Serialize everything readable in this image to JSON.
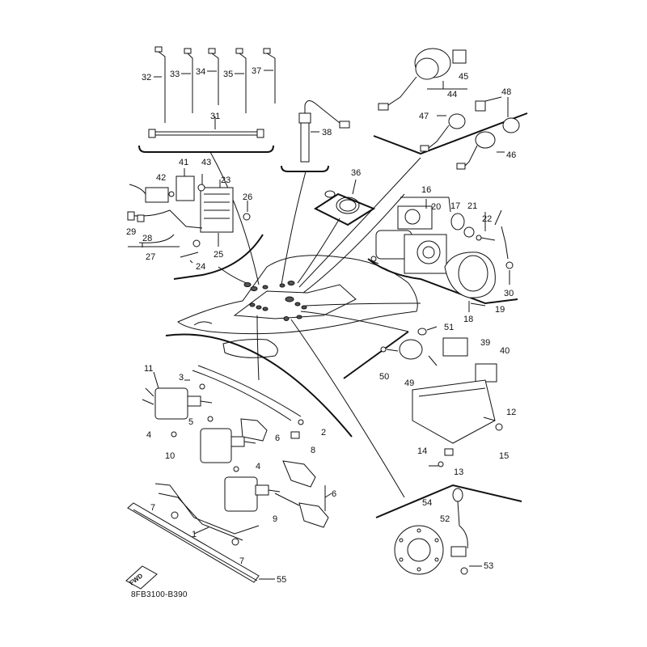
{
  "labels": {
    "l1": "1",
    "l2": "2",
    "l3": "3",
    "l4a": "4",
    "l4b": "4",
    "l5": "5",
    "l6a": "6",
    "l6b": "6",
    "l7a": "7",
    "l7b": "7",
    "l8": "8",
    "l9": "9",
    "l10": "10",
    "l11": "11",
    "l12": "12",
    "l13": "13",
    "l14": "14",
    "l15": "15",
    "l16": "16",
    "l17": "17",
    "l18": "18",
    "l19": "19",
    "l20": "20",
    "l21": "21",
    "l22": "22",
    "l23": "23",
    "l24": "24",
    "l25": "25",
    "l26": "26",
    "l27": "27",
    "l28": "28",
    "l29": "29",
    "l30": "30",
    "l31": "31",
    "l32": "32",
    "l33": "33",
    "l34": "34",
    "l35": "35",
    "l36": "36",
    "l37": "37",
    "l38": "38",
    "l39": "39",
    "l40": "40",
    "l41": "41",
    "l42": "42",
    "l43": "43",
    "l44": "44",
    "l45": "45",
    "l46": "46",
    "l47": "47",
    "l48": "48",
    "l49": "49",
    "l50": "50",
    "l51": "51",
    "l52": "52",
    "l53": "53",
    "l54": "54",
    "l55": "55"
  },
  "fwd_badge": "FWD",
  "reference_code": "8FB3100-B390"
}
